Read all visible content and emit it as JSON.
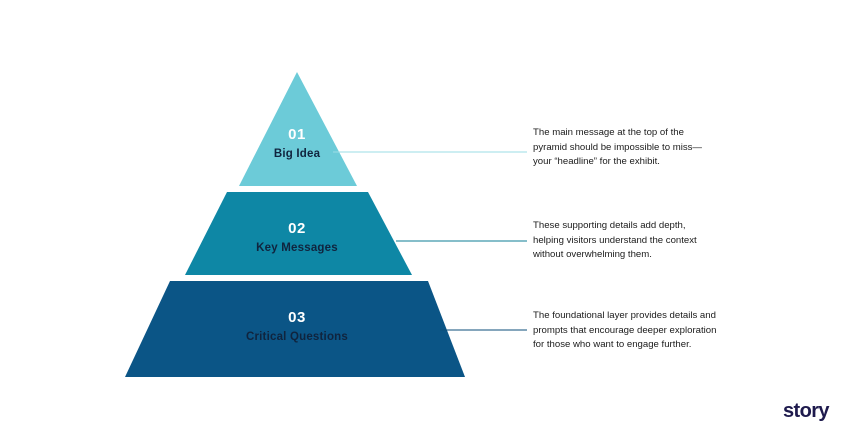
{
  "slide": {
    "background_color": "#FFFFFF",
    "logo_text": "story",
    "logo_color": "#1E1A4D"
  },
  "pyramid": {
    "tiers": [
      {
        "number": "01",
        "title": "Big Idea",
        "fill_color": "#6CCBD8",
        "number_color": "#FFFFFF",
        "title_color": "#10243E",
        "connector_color": "#9BDCE6",
        "description_lines": [
          "The main message at the top of the",
          "pyramid should be impossible to miss—",
          "your “headline” for the exhibit."
        ]
      },
      {
        "number": "02",
        "title": "Key Messages",
        "fill_color": "#0E87A5",
        "number_color": "#FFFFFF",
        "title_color": "#10243E",
        "connector_color": "#0E7C96",
        "description_lines": [
          "These supporting details add depth,",
          "helping visitors understand the context",
          "without overwhelming them."
        ]
      },
      {
        "number": "03",
        "title": "Critical Questions",
        "fill_color": "#0B5586",
        "number_color": "#FFFFFF",
        "title_color": "#10243E",
        "connector_color": "#0B4E79",
        "description_lines": [
          "The foundational layer provides details and",
          "prompts that encourage deeper exploration",
          "for those who want to engage further."
        ]
      }
    ]
  }
}
